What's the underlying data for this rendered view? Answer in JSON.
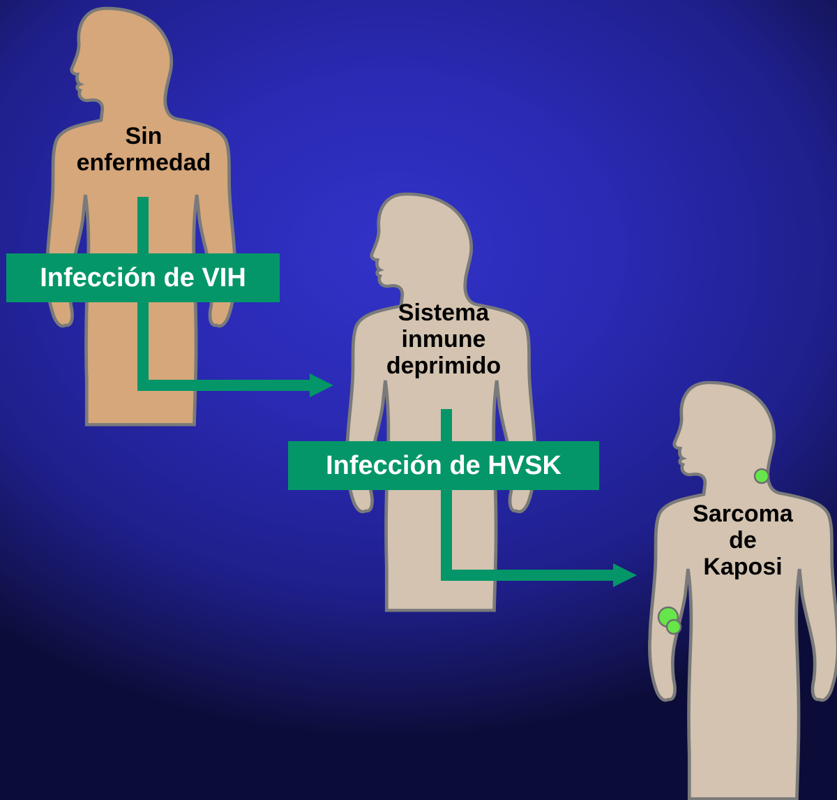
{
  "colors": {
    "background": "#2a2ab4",
    "healthy_body": "#d6a77a",
    "affected_body": "#d3c3b0",
    "outline": "#7a7a7a",
    "arrow": "#049668",
    "lesion": "#66e64a"
  },
  "stages": [
    {
      "lines": [
        "Sin",
        "enfermedad"
      ]
    },
    {
      "lines": [
        "Sistema",
        "inmune",
        "deprimido"
      ]
    },
    {
      "lines": [
        "Sarcoma",
        "de",
        "Kaposi"
      ]
    }
  ],
  "transitions": [
    {
      "label": "Infección de VIH"
    },
    {
      "label": "Infección de HVSK"
    }
  ]
}
